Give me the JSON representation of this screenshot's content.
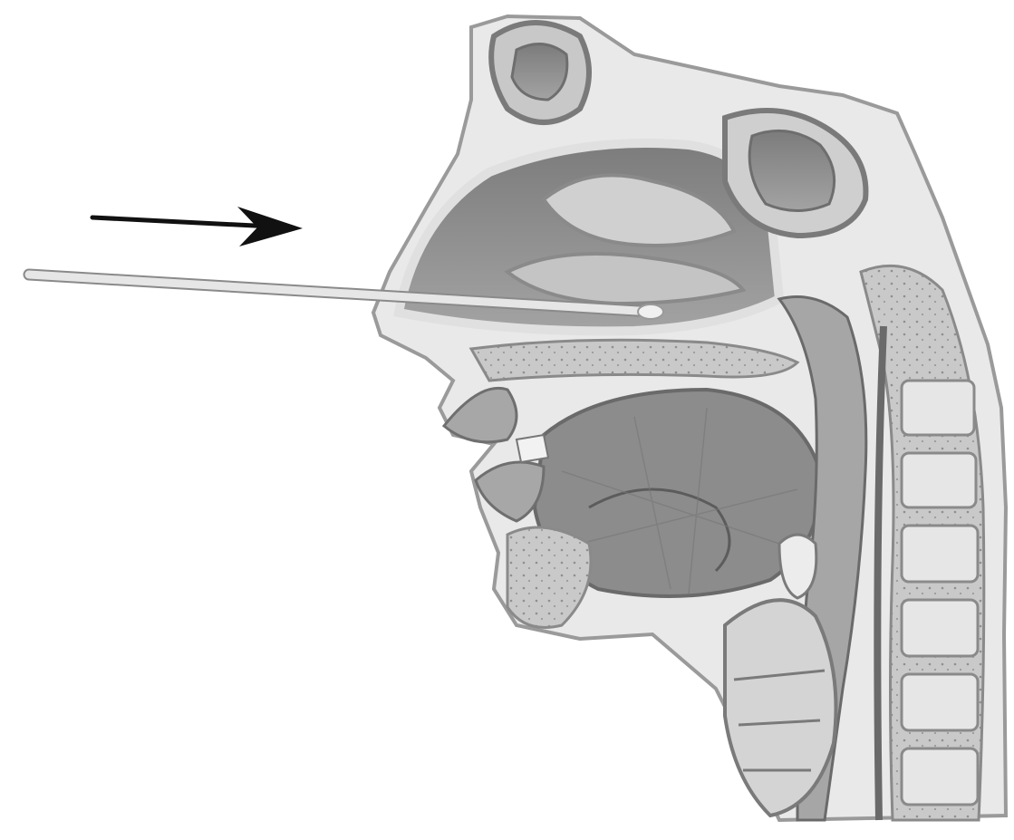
{
  "figure": {
    "kind": "anatomical-illustration",
    "view": "sagittal-section-head-neck",
    "depicted_items": [
      "nasopharyngeal-swab",
      "direction-arrow"
    ],
    "colors": {
      "background": "#ffffff",
      "tissue_outline": "#9a9a9a",
      "tissue_fill": "#d6d6d6",
      "cavity_fill": "#8e8e8e",
      "swab": "#e2e2e2",
      "arrow": "#111111"
    }
  }
}
